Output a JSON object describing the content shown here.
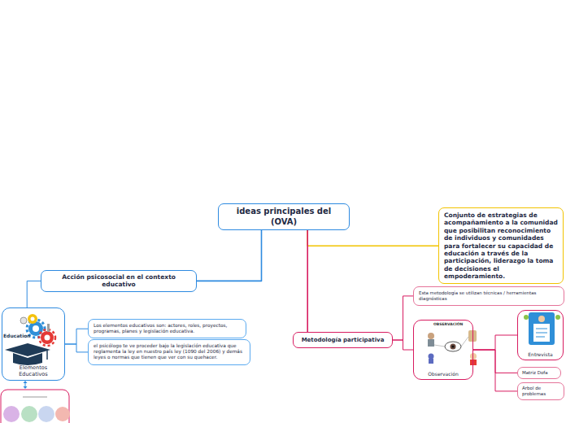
{
  "diagram": {
    "nodes": [
      {
        "text": [
          "ideas principales del (OVA)"
        ]
      },
      {
        "text": [
          "Acción psicosocial en el contexto educativo"
        ]
      },
      {
        "text": [
          "Elementos Educativos"
        ]
      },
      {
        "text": [
          "Los elementos educativos son: actores, roles, proyectos, programas, planes y legislación educativa."
        ]
      },
      {
        "text": [
          "el psicólogo te ve proceder bajo la legislación educativa que reglamenta la ley en nuestro país ley (1090 del 2006) y demás leyes o normas que tienen que ver con su quehacer."
        ]
      },
      {
        "text": [
          "Conjunto de estrategias de acompañamiento a la comunidad que posibilitan reconocimiento de individuos y comunidades para fortalecer su capacidad de educación a través de la participación, liderazgo la toma de decisiones el empoderamiento."
        ]
      },
      {
        "text": [
          "Metodología participativa"
        ]
      },
      {
        "text": [
          "Esta metodología se utilizan técnicas / herramientas diagnósticas"
        ]
      },
      {
        "text": [
          "Observación"
        ]
      },
      {
        "text": [
          "Entrevista"
        ]
      },
      {
        "text": [
          "Matriz Dofa"
        ]
      },
      {
        "text": [
          "Árbol de problemas"
        ]
      }
    ],
    "edges": [
      {
        "from": 0,
        "to": 1,
        "arrow": "none"
      },
      {
        "from": 1,
        "to": 2,
        "arrow": "none"
      },
      {
        "from": 2,
        "to": 3,
        "arrow": "none"
      },
      {
        "from": 2,
        "to": 4,
        "arrow": "none"
      },
      {
        "from": 0,
        "to": 5,
        "arrow": "none"
      },
      {
        "from": 0,
        "to": 6,
        "arrow": "none"
      },
      {
        "from": 6,
        "to": 7,
        "arrow": "none"
      },
      {
        "from": 6,
        "to": 8,
        "arrow": "none"
      },
      {
        "from": 8,
        "to": 9,
        "arrow": "none"
      },
      {
        "from": 8,
        "to": 10,
        "arrow": "none"
      },
      {
        "from": 8,
        "to": 11,
        "arrow": "none"
      }
    ],
    "labels": [
      "Education",
      "OBSERVACIÓN"
    ]
  }
}
